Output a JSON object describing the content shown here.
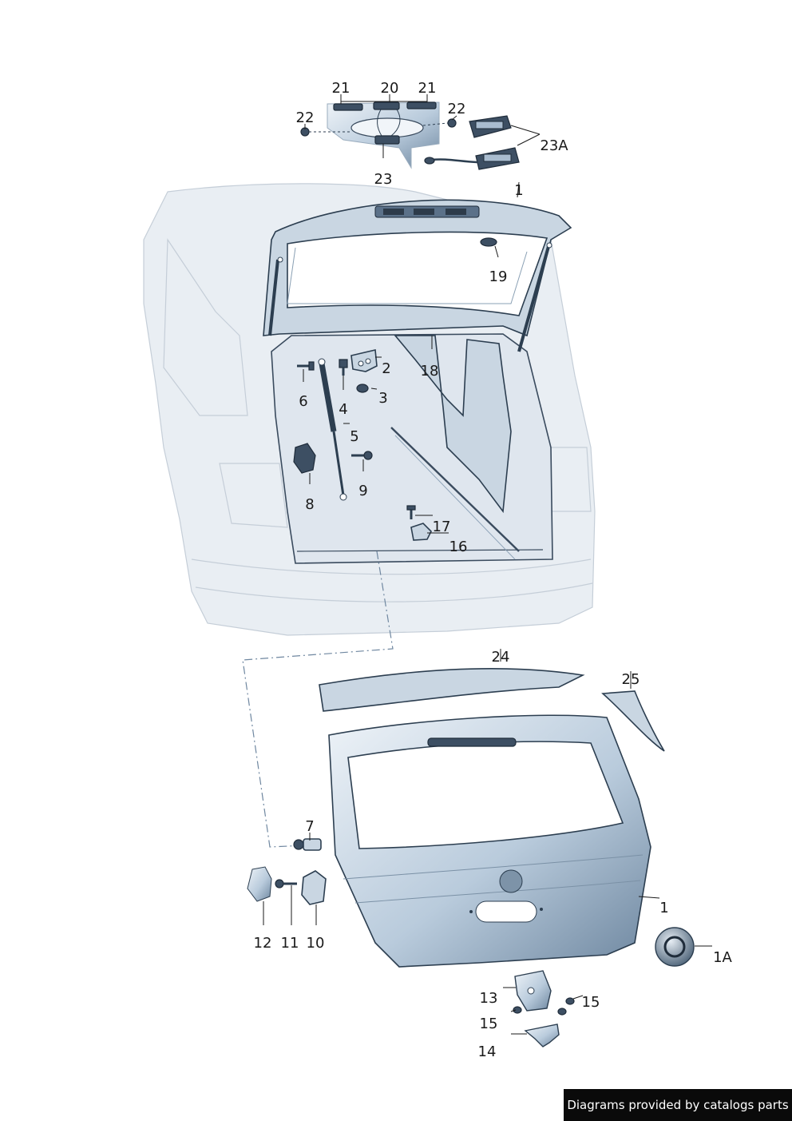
{
  "callouts": {
    "c21a": "21",
    "c20": "20",
    "c21b": "21",
    "c22a": "22",
    "c22b": "22",
    "c23a": "23A",
    "c23": "23",
    "c1top": "1",
    "c19": "19",
    "c2": "2",
    "c3": "3",
    "c18": "18",
    "c6": "6",
    "c4": "4",
    "c5": "5",
    "c8": "8",
    "c9": "9",
    "c17": "17",
    "c16": "16",
    "c24": "24",
    "c25": "25",
    "c7": "7",
    "c1": "1",
    "c1a": "1A",
    "c12": "12",
    "c11": "11",
    "c10": "10",
    "c13": "13",
    "c15a": "15",
    "c15b": "15",
    "c14": "14"
  },
  "credit": "Diagrams provided by catalogs parts",
  "colors": {
    "outline": "#2c3e50",
    "body_fill": "#e9eef3",
    "part_fill": "#c9d6e2",
    "label": "#1a1a1a"
  }
}
